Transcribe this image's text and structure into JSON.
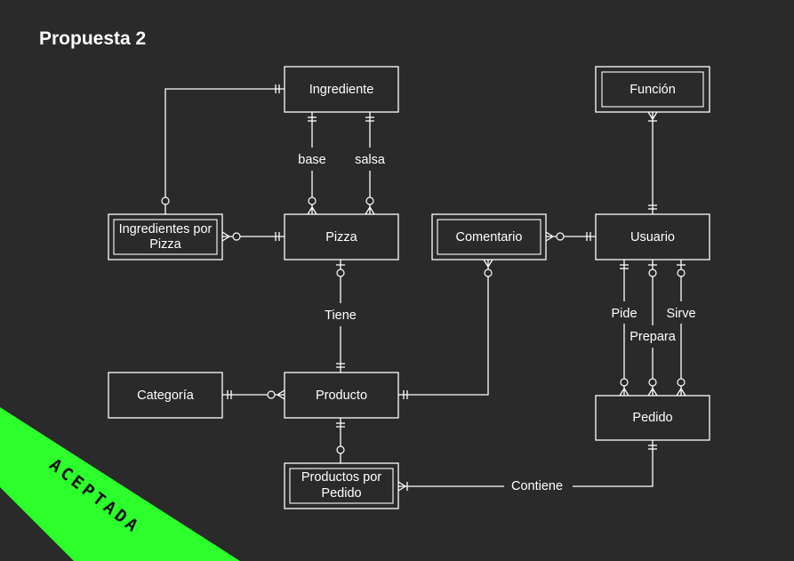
{
  "title": "Propuesta 2",
  "stamp": "ACEPTADA",
  "colors": {
    "background": "#2a2a2a",
    "stroke": "#ffffff",
    "stamp": "#2cff2c"
  },
  "entities": {
    "ingrediente": "Ingrediente",
    "funcion": "Función",
    "ingredientes_por_pizza": [
      "Ingredientes por",
      "Pizza"
    ],
    "pizza": "Pizza",
    "comentario": "Comentario",
    "usuario": "Usuario",
    "categoria": "Categoría",
    "producto": "Producto",
    "pedido": "Pedido",
    "productos_por_pedido": [
      "Productos por",
      "Pedido"
    ]
  },
  "relations": {
    "base": "base",
    "salsa": "salsa",
    "tiene": "Tiene",
    "pide": "Pide",
    "prepara": "Prepara",
    "sirve": "Sirve",
    "contiene": "Contiene"
  }
}
